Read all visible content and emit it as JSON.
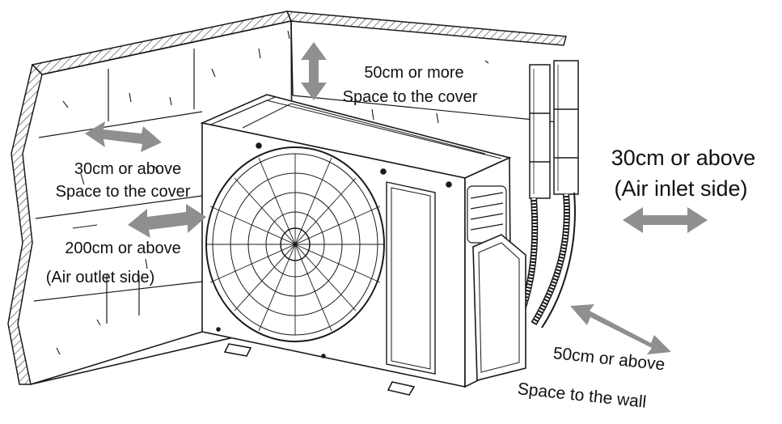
{
  "labels": {
    "top_clearance": {
      "distance": "50cm or more",
      "note": "Space to the cover"
    },
    "left_cover": {
      "distance": "30cm  or above",
      "note": "Space to the cover"
    },
    "left_outlet": {
      "distance": "200cm or above",
      "note": "(Air outlet side)"
    },
    "right_inlet": {
      "distance": "30cm or above",
      "note": "(Air inlet side)"
    },
    "front_wall": {
      "distance": "50cm or above",
      "note": "Space to the wall"
    }
  },
  "colors": {
    "line": "#1a1a1a",
    "arrow": "#8f8f8f",
    "unit_body": "#ffffff",
    "background": "#ffffff"
  },
  "icons": [
    "double-arrow-icon",
    "fan-icon",
    "pipe-icon",
    "wall-hatch-icon"
  ]
}
